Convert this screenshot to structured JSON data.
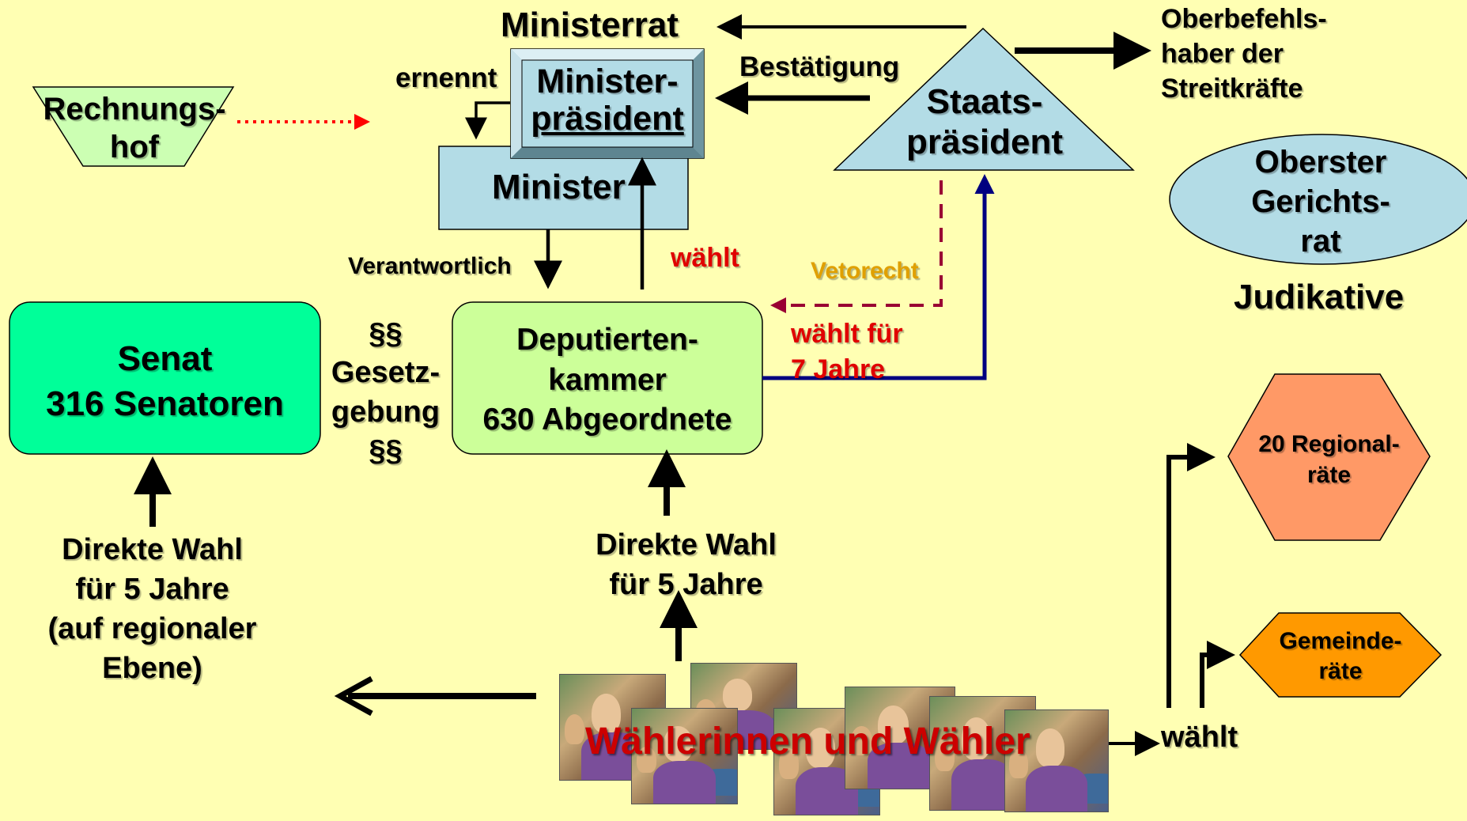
{
  "nodes": {
    "ministerrat": "Ministerrat",
    "ministerpraesident": [
      "Minister-",
      "präsident"
    ],
    "minister": "Minister",
    "staatspraesident": [
      "Staats-",
      "präsident"
    ],
    "rechnungshof": [
      "Rechnungs-",
      "hof"
    ],
    "oberbefehlshaber": [
      "Oberbefehls-",
      "haber der",
      "Streitkräfte"
    ],
    "oberster_gerichtsrat": [
      "Oberster",
      "Gerichts-",
      "rat"
    ],
    "judikative": "Judikative",
    "senat": [
      "Senat",
      "316 Senatoren"
    ],
    "deputiertenkammer": [
      "Deputierten-",
      "kammer",
      "630 Abgeordnete"
    ],
    "gesetzgebung": [
      "§§",
      "Gesetz-",
      "gebung",
      "§§"
    ],
    "regionalraete": [
      "20 Regional-",
      "räte"
    ],
    "gemeinderaete": [
      "Gemeinde-",
      "räte"
    ],
    "waehler": "Wählerinnen und Wähler"
  },
  "edges": {
    "ernennt": "ernennt",
    "bestaetigung": "Bestätigung",
    "verantwortlich": "Verantwortlich",
    "waehlt_minister": "wählt",
    "vetorecht": "Vetorecht",
    "waehlt_7_jahre": [
      "wählt für",
      "7 Jahre"
    ],
    "direkte_wahl_senat": [
      "Direkte Wahl",
      "für 5 Jahre",
      "(auf regionaler",
      "Ebene)"
    ],
    "direkte_wahl_kammer": [
      "Direkte Wahl",
      "für 5 Jahre"
    ],
    "waehlt_local": "wählt"
  },
  "colors": {
    "background": "#FFFFB3",
    "light_blue": "#B3DCE6",
    "light_green_box": "#CCFF99",
    "senat_green": "#00FF99",
    "rechnungshof_green": "#CCFFB3",
    "regional_orange": "#FF9966",
    "gemeinde_orange": "#FF9900",
    "red_label": "#E00000",
    "orange_label": "#E0A000",
    "navy_line": "#000080",
    "dark_red_dash": "#990033"
  }
}
